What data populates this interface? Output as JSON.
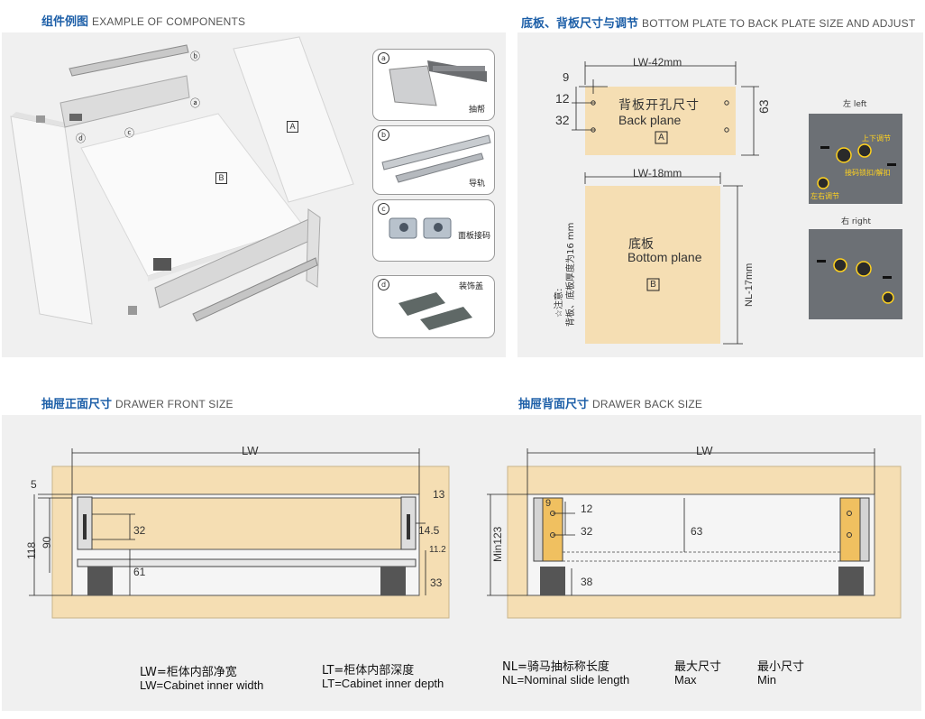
{
  "sections": {
    "components": {
      "zh": "组件例图",
      "en": "EXAMPLE OF COMPONENTS"
    },
    "bottom_back": {
      "zh": "底板、背板尺寸与调节",
      "en": "BOTTOM PLATE TO BACK PLATE SIZE AND ADJUST"
    },
    "front": {
      "zh": "抽屉正面尺寸",
      "en": "DRAWER FRONT SIZE"
    },
    "back": {
      "zh": "抽屉背面尺寸",
      "en": "DRAWER BACK SIZE"
    }
  },
  "components": {
    "markers": {
      "a": "ⓐ",
      "b": "ⓑ",
      "c": "ⓒ",
      "d": "ⓓ"
    },
    "panel_a": "A",
    "panel_b": "B",
    "cards": [
      {
        "letter": "a",
        "label": "抽帮"
      },
      {
        "letter": "b",
        "label": "导轨"
      },
      {
        "letter": "c",
        "label": "面板接码"
      },
      {
        "letter": "d",
        "label": "装饰盖"
      }
    ]
  },
  "plates": {
    "back": {
      "width": "LW-42mm",
      "title_zh": "背板开孔尺寸",
      "title_en": "Back plane",
      "letter": "A",
      "d9": "9",
      "d12": "12",
      "d32": "32",
      "d63": "63"
    },
    "bottom": {
      "width": "LW-18mm",
      "title_zh": "底板",
      "title_en": "Bottom plane",
      "letter": "B",
      "depth": "NL-17mm"
    },
    "note_label": "☆注意:",
    "note": "背板、底板厚度为16 mm",
    "photos": {
      "left": "左 left",
      "right": "右 right",
      "up_down": "上下调节",
      "lock": "接码锁扣/解扣",
      "left_right": "左右调节"
    }
  },
  "front": {
    "lw": "LW",
    "d5": "5",
    "d13": "13",
    "d118": "118",
    "d90": "90",
    "d32": "32",
    "d14_5": "14.5",
    "d11_2": "11.2",
    "d61": "61",
    "d33": "33"
  },
  "back": {
    "lw": "LW",
    "min123": "Min123",
    "d9": "9",
    "d12": "12",
    "d32": "32",
    "d63": "63",
    "d38": "38"
  },
  "legend": [
    {
      "zh": "LW=柜体内部净宽",
      "en": "LW=Cabinet inner width"
    },
    {
      "zh": "LT=柜体内部深度",
      "en": "LT=Cabinet inner depth"
    },
    {
      "zh": "NL=骑马抽标称长度",
      "en": "NL=Nominal slide length"
    },
    {
      "zh": "最大尺寸",
      "en": "Max"
    },
    {
      "zh": "最小尺寸",
      "en": "Min"
    }
  ],
  "colors": {
    "wood": "#f5deb3",
    "title_blue": "#1d5fa8",
    "yellow_mark": "#ffd21f",
    "panel_gray": "#f0f0f0"
  }
}
